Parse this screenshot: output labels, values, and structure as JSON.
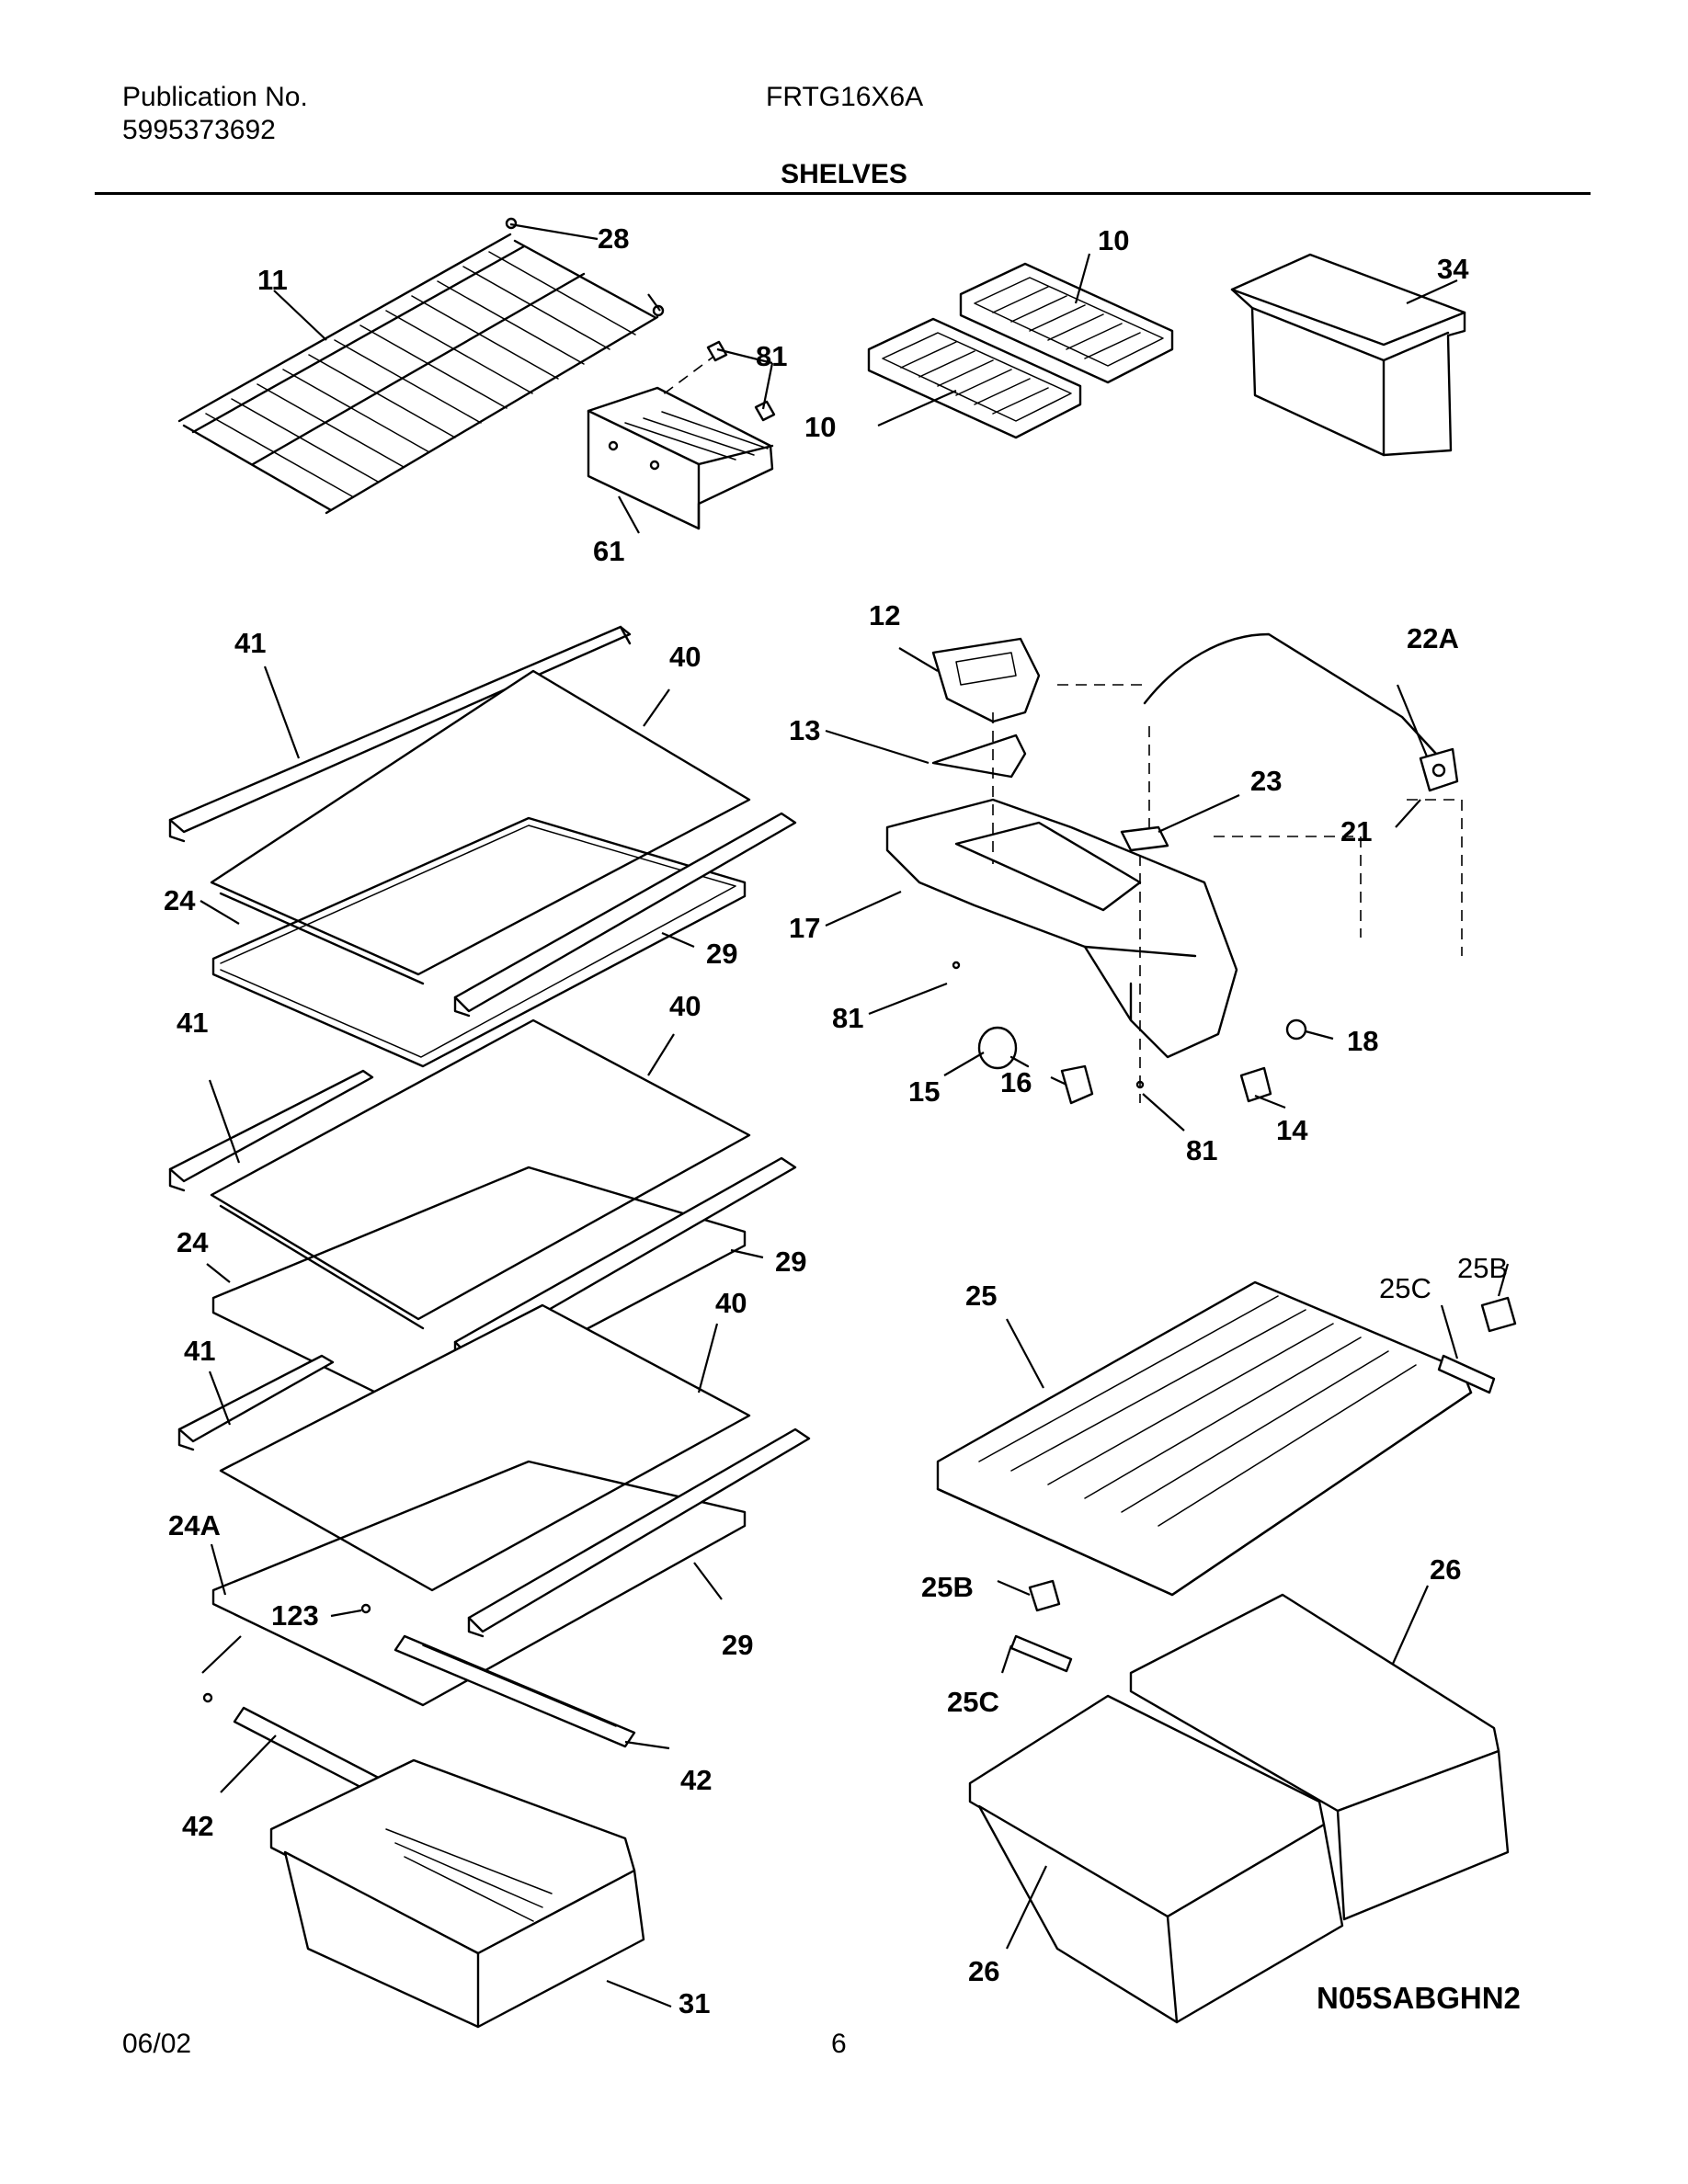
{
  "header": {
    "publication_label": "Publication No.",
    "publication_number": "5995373692",
    "model": "FRTG16X6A",
    "section_title": "SHELVES"
  },
  "callouts": {
    "c11": "11",
    "c28": "28",
    "c81a": "81",
    "c61": "61",
    "c10a": "10",
    "c10b": "10",
    "c34": "34",
    "c41a": "41",
    "c40a": "40",
    "c24a": "24",
    "c29a": "29",
    "c41b": "41",
    "c40b": "40",
    "c24b": "24",
    "c29b": "29",
    "c41c": "41",
    "c40c": "40",
    "c24A": "24A",
    "c123": "123",
    "c29c": "29",
    "c42a": "42",
    "c42b": "42",
    "c31": "31",
    "c12": "12",
    "c22A": "22A",
    "c13": "13",
    "c23": "23",
    "c21": "21",
    "c17": "17",
    "c81b": "81",
    "c18": "18",
    "c15": "15",
    "c16": "16",
    "c81c": "81",
    "c14": "14",
    "c25": "25",
    "c25C_top": "25C",
    "c25B_top": "25B",
    "c25B": "25B",
    "c25C": "25C",
    "c26a": "26",
    "c26b": "26"
  },
  "diagram_code": "N05SABGHN2",
  "footer": {
    "date": "06/02",
    "page_number": "6"
  }
}
